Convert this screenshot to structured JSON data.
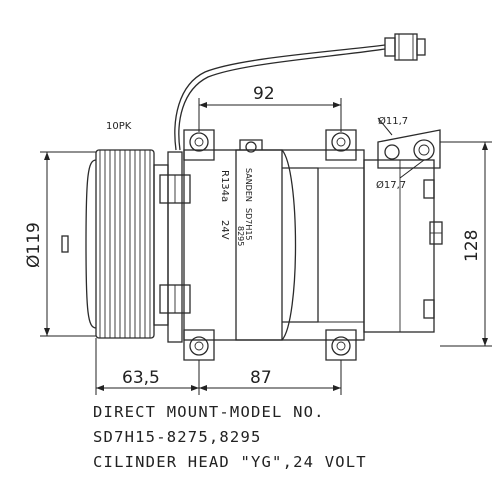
{
  "dimensions": {
    "top_width": "92",
    "pulley_diameter": "Ø119",
    "height": "128",
    "port_small": "Ø11,7",
    "port_large": "Ø17,7",
    "clutch_offset": "63,5",
    "mount_spacing": "87"
  },
  "labels": {
    "pulley_type": "10PK",
    "plate_brand": "SANDEN",
    "plate_model": "SD7H15",
    "plate_number": "8295",
    "refrigerant": "R134a",
    "voltage": "24V"
  },
  "notes": [
    "DIRECT MOUNT-MODEL NO.",
    "SD7H15-8275,8295",
    "CILINDER HEAD \"YG\",24 VOLT"
  ]
}
